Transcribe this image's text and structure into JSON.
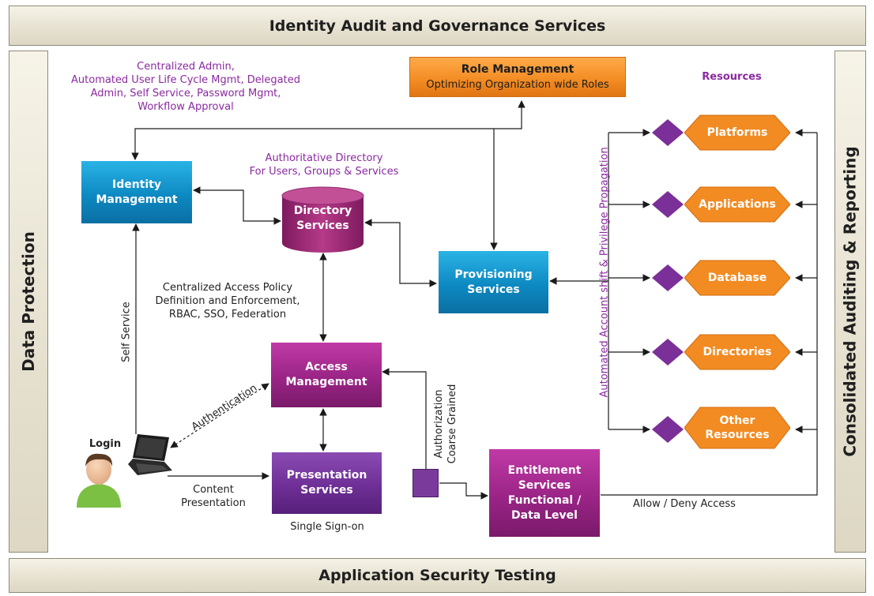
{
  "bands": {
    "top": "Identity Audit and Governance Services",
    "bottom": "Application Security Testing",
    "left": "Data Protection",
    "right": "Consolidated Auditing & Reporting"
  },
  "boxes": {
    "role_title": "Role Management",
    "role_sub": "Optimizing Organization wide Roles",
    "identity_1": "Identity",
    "identity_2": "Management",
    "directory_1": "Directory",
    "directory_2": "Services",
    "provisioning_1": "Provisioning",
    "provisioning_2": "Services",
    "access_1": "Access",
    "access_2": "Management",
    "presentation_1": "Presentation",
    "presentation_2": "Services",
    "entitlement_1": "Entitlement",
    "entitlement_2": "Services",
    "entitlement_3": "Functional /",
    "entitlement_4": "Data Level"
  },
  "labels": {
    "admin_1": "Centralized Admin,",
    "admin_2": "Automated User Life Cycle Mgmt, Delegated",
    "admin_3": "Admin, Self Service, Password Mgmt,",
    "admin_4": "Workflow Approval",
    "authdir_1": "Authoritative Directory",
    "authdir_2": "For Users, Groups & Services",
    "policy_1": "Centralized Access Policy",
    "policy_2": "Definition and Enforcement,",
    "policy_3": "RBAC, SSO, Federation",
    "self_service": "Self Service",
    "authentication": "Authentication",
    "login": "Login",
    "content_1": "Content",
    "content_2": "Presentation",
    "sso": "Single Sign-on",
    "authz_1": "Authorization",
    "authz_2": "Coarse Grained",
    "allow_deny": "Allow / Deny Access",
    "automated": "Automated Account shift & Privilege Propagation",
    "resources_header": "Resources"
  },
  "resources": [
    {
      "label_1": "Platforms",
      "label_2": ""
    },
    {
      "label_1": "Applications",
      "label_2": ""
    },
    {
      "label_1": "Database",
      "label_2": ""
    },
    {
      "label_1": "Directories",
      "label_2": ""
    },
    {
      "label_1": "Other",
      "label_2": "Resources"
    }
  ],
  "colors": {
    "blue_box": "#0d89c2",
    "magenta_box": "#9a2486",
    "purple_box": "#6e2f96",
    "orange_box": "#f28b22",
    "purple_text": "#8a2aa0",
    "band": "#e7e2d1"
  }
}
